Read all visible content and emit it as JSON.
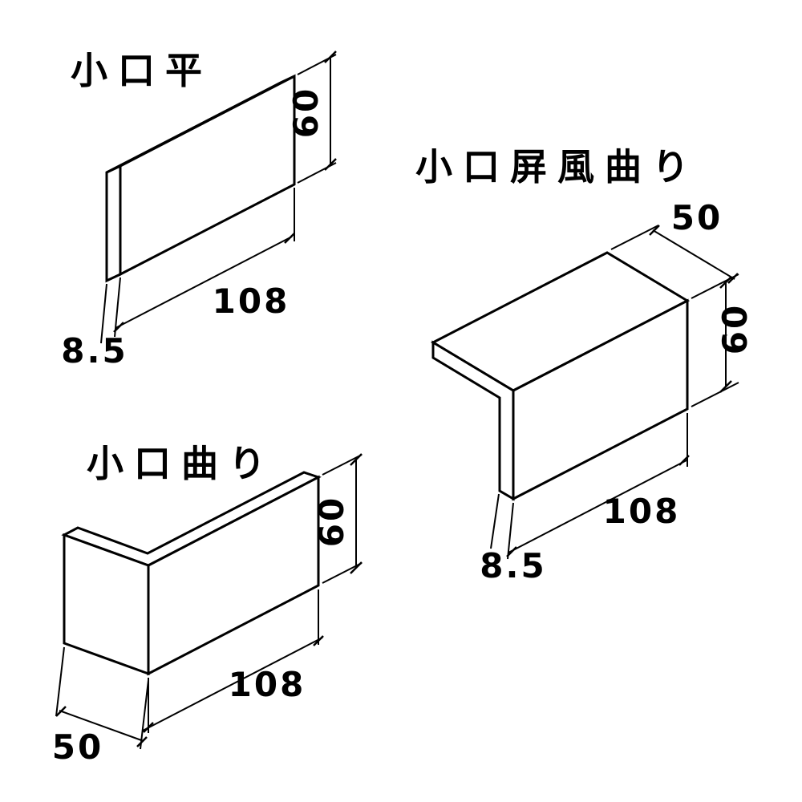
{
  "colors": {
    "background": "#ffffff",
    "line": "#000000",
    "text": "#000000"
  },
  "tiles": [
    {
      "title": "小口平",
      "dims": {
        "width": "108",
        "height": "60",
        "thickness": "8.5"
      }
    },
    {
      "title": "小口屏風曲り",
      "dims": {
        "width": "108",
        "height": "60",
        "depth": "50",
        "thickness": "8.5"
      }
    },
    {
      "title": "小口曲り",
      "dims": {
        "width": "108",
        "height": "60",
        "depth": "50"
      }
    }
  ]
}
